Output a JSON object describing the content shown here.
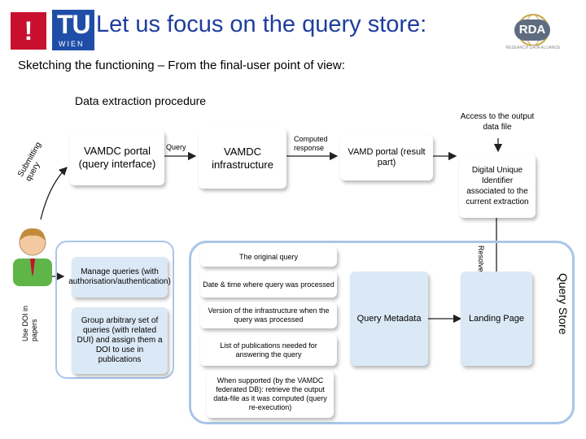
{
  "header": {
    "title": "Let us focus on the query store:",
    "subtitle": "Sketching the functioning – From the final-user point of view:",
    "section": "Data extraction procedure",
    "logo_left_mark": "!",
    "tu_logo_main": "TU",
    "tu_logo_sub": "WIEN",
    "rda_logo_main": "RDA",
    "rda_logo_sub": "RESEARCH DATA ALLIANCE"
  },
  "flow": {
    "portal_query": "VAMDC portal (query interface)",
    "query_label": "Query",
    "infrastructure": "VAMDC infrastructure",
    "computed_response": "Computed response",
    "portal_result": "VAMD portal (result part)",
    "access_output": "Access to the output data file",
    "doi": "Digital Unique Identifier associated to the current extraction",
    "resolves": "Resolves",
    "submitting": "Submitting query",
    "use_doi": "Use DOI in papers"
  },
  "left_actions": {
    "manage": "Manage queries (with authorisation/authentication)",
    "group": "Group arbitrary set of queries (with related DUI) and assign them a DOI to use in publications"
  },
  "store": {
    "label": "Query Store",
    "items": [
      "The original query",
      "Date & time where query was processed",
      "Version of the infrastructure when the query was processed",
      "List of publications needed for answering the query",
      "When supported (by the VAMDC federated DB): retrieve the output data-file as it was computed (query re-execution)"
    ],
    "metadata": "Query Metadata",
    "landing": "Landing Page"
  },
  "colors": {
    "title": "#1f3d9e",
    "frame": "#a9c6e8",
    "box_blue": "#dbe9f6",
    "tu_blue": "#1f4ea8",
    "red": "#c8102e"
  }
}
